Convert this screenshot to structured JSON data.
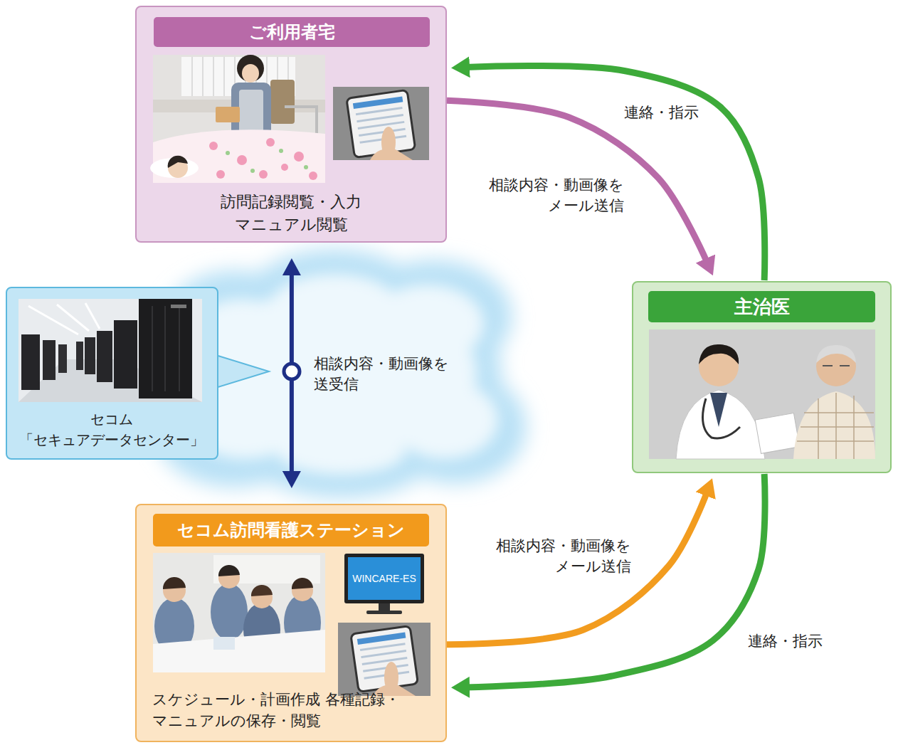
{
  "diagram": {
    "nodes": [
      {
        "text": [
          "ご利用者宅",
          "訪問記録閲覧・入力 マニュアル閲覧"
        ]
      },
      {
        "text": [
          "セコム 「セキュアデータセンター」"
        ]
      },
      {
        "text": [
          "主治医"
        ]
      },
      {
        "text": [
          "セコム訪問看護ステーション",
          "スケジュール・計画作成 各種記録・マニュアルの保存・閲覧"
        ]
      }
    ],
    "edges": [
      {
        "from": 0,
        "to": 2,
        "arrow": "to",
        "label": "相談内容・動画像を メール送信"
      },
      {
        "from": 2,
        "to": 0,
        "arrow": "to",
        "label": "連絡・指示"
      },
      {
        "from": 0,
        "to": 3,
        "arrow": "both",
        "label": "相談内容・動画像を 送受信"
      },
      {
        "from": 3,
        "to": 2,
        "arrow": "to",
        "label": "相談内容・動画像を メール送信"
      },
      {
        "from": 2,
        "to": 3,
        "arrow": "to",
        "label": "連絡・指示"
      }
    ],
    "labels": [
      "WINCARE-ES"
    ]
  }
}
